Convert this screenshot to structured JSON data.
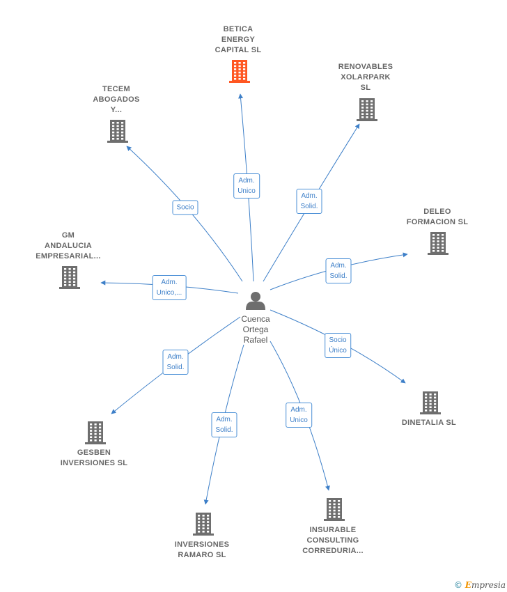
{
  "colors": {
    "primary_building": "#ff5722",
    "building": "#6e6e6e",
    "edge": "#3d7fc8",
    "person": "#6e6e6e"
  },
  "center": {
    "name": "Cuenca\nOrtega\nRafael",
    "icon": "person-icon"
  },
  "companies": [
    {
      "name": "BETICA\nENERGY\nCAPITAL  SL",
      "primary": true
    },
    {
      "name": "RENOVABLES\nXOLARPARK\nSL"
    },
    {
      "name": "TECEM\nABOGADOS\nY..."
    },
    {
      "name": "DELEO\nFORMACION SL"
    },
    {
      "name": "GM\nANDALUCIA\nEMPRESARIAL..."
    },
    {
      "name": "DINETALIA SL"
    },
    {
      "name": "GESBEN\nINVERSIONES SL"
    },
    {
      "name": "INVERSIONES\nRAMARO  SL"
    },
    {
      "name": "INSURABLE\nCONSULTING\nCORREDURIA..."
    }
  ],
  "relations": [
    "Adm.\nUnico",
    "Adm.\nSolid.",
    "Socio",
    "Adm.\nSolid.",
    "Adm.\nUnico,...",
    "Socio\nÚnico",
    "Adm.\nSolid.",
    "Adm.\nSolid.",
    "Adm.\nUnico"
  ],
  "footer": {
    "copyright": "©",
    "brand_initial": "E",
    "brand_rest": "mpresia"
  }
}
